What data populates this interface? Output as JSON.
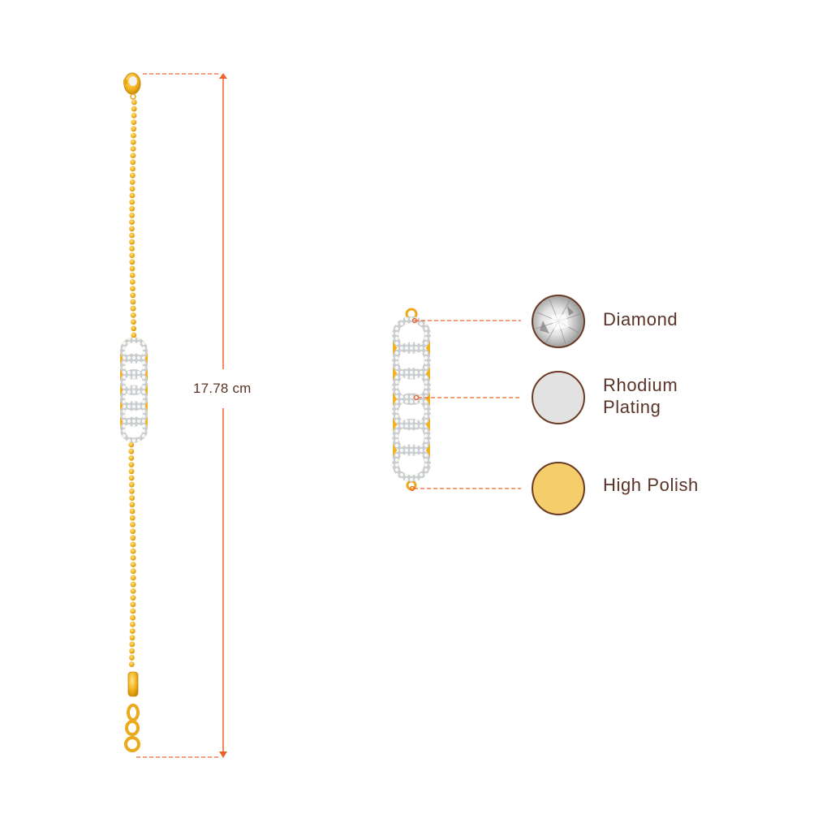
{
  "product": {
    "name": "Bracelet",
    "length_label": "17.78 cm"
  },
  "legend": {
    "items": [
      {
        "label": "Diamond",
        "swatch_color": "#e8e8e8",
        "kind": "diamond"
      },
      {
        "label_line1": "Rhodium",
        "label_line2": "Plating",
        "swatch_color": "#e2e2e2",
        "kind": "rhodium"
      },
      {
        "label": "High Polish",
        "swatch_color": "#f5cd6a",
        "kind": "gold"
      }
    ]
  },
  "colors": {
    "dimension_line": "#f0622a",
    "text": "#5a3226",
    "gold": "#f3b21c",
    "swatch_border": "#6b3a24"
  }
}
